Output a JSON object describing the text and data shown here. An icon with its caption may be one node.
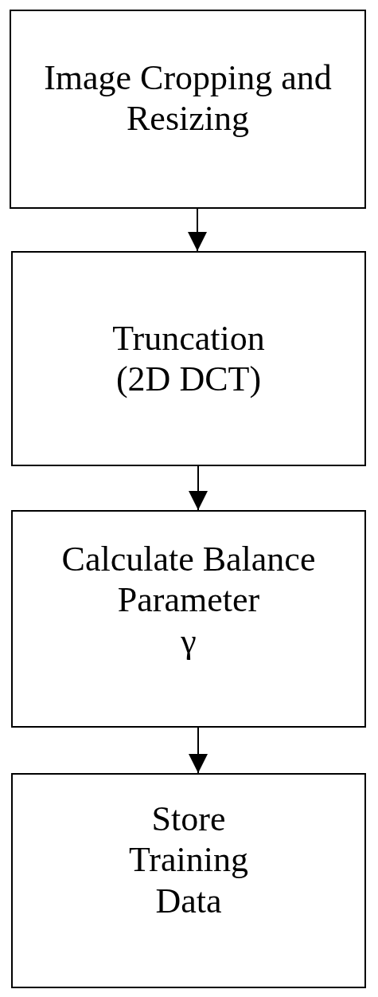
{
  "diagram": {
    "nodes": [
      {
        "text": [
          "Image Cropping and Resizing"
        ]
      },
      {
        "text": [
          "Truncation (2D DCT)"
        ]
      },
      {
        "text": [
          "Calculate Balance Parameter",
          "γ"
        ]
      },
      {
        "text": [
          "Store Training Data"
        ]
      }
    ],
    "edges": [
      {
        "from": 0,
        "to": 1,
        "arrow": "to"
      },
      {
        "from": 1,
        "to": 2,
        "arrow": "to"
      },
      {
        "from": 2,
        "to": 3,
        "arrow": "to"
      }
    ]
  }
}
